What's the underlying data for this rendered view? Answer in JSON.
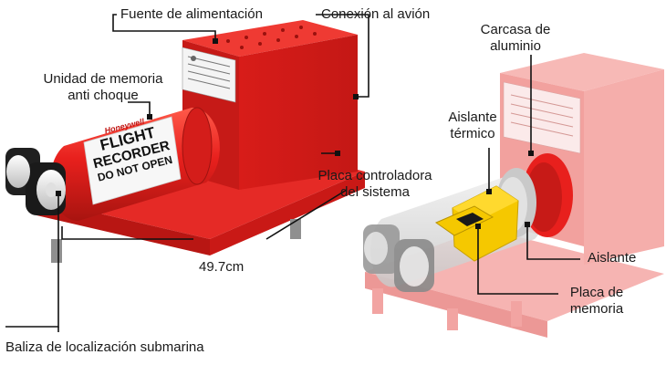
{
  "labels": {
    "power_supply": "Fuente de alimentación",
    "aircraft_connection": "Conexión al avión",
    "memory_unit_line1": "Unidad de memoria",
    "memory_unit_line2": "anti choque",
    "aluminum_housing_line1": "Carcasa de",
    "aluminum_housing_line2": "aluminio",
    "thermal_insulation_line1": "Aislante",
    "thermal_insulation_line2": "térmico",
    "controller_board_line1": "Placa controladora",
    "controller_board_line2": "del sistema",
    "insulation": "Aislante",
    "memory_board_line1": "Placa de",
    "memory_board_line2": "memoria",
    "beacon": "Baliza de localización submarina",
    "dimension": "49.7cm"
  },
  "device_text": {
    "brand": "Honeywell",
    "line1": "FLIGHT",
    "line2": "RECORDER",
    "line3": "DO NOT OPEN"
  },
  "colors": {
    "housing_red": "#e8201d",
    "housing_red_dark": "#b31512",
    "housing_red_faded": "#f4a7a5",
    "thermal_yellow": "#f5c800",
    "leader_line": "#111111"
  }
}
